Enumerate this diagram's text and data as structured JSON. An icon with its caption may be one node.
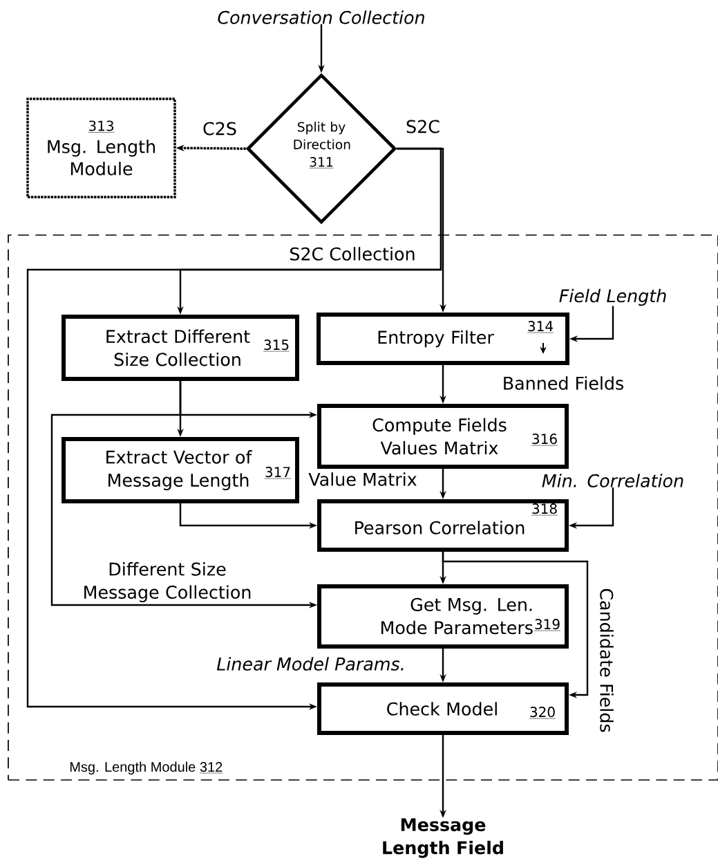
{
  "diagram": {
    "nodes": [
      {
        "text": [
          "Conversation Collection"
        ]
      },
      {
        "text": [
          "Split by Direction",
          "311"
        ]
      },
      {
        "text": [
          "313",
          "Msg. Length Module"
        ]
      },
      {
        "text": [
          "Msg. Length Module",
          "312"
        ]
      },
      {
        "text": [
          "Extract Different Size Collection",
          "315"
        ],
        "in": 3
      },
      {
        "text": [
          "Entropy Filter",
          "314"
        ],
        "in": 3
      },
      {
        "text": [
          "Compute Fields Values Matrix",
          "316"
        ],
        "in": 3
      },
      {
        "text": [
          "Extract Vector of Message Length",
          "317"
        ],
        "in": 3
      },
      {
        "text": [
          "Pearson Correlation",
          "318"
        ],
        "in": 3
      },
      {
        "text": [
          "Get Msg. Len. Mode Parameters",
          "319"
        ],
        "in": 3
      },
      {
        "text": [
          "Check Model",
          "320"
        ],
        "in": 3
      },
      {
        "text": [
          "Field Length"
        ],
        "in": 3
      },
      {
        "text": [
          "Min. Correlation"
        ],
        "in": 3
      },
      {
        "text": [
          "Message Length Field"
        ]
      }
    ],
    "edges": [
      {
        "from": 0,
        "to": 1,
        "arrow": "to"
      },
      {
        "from": 1,
        "to": 2,
        "arrow": "to",
        "label": "C2S",
        "style": "dashed"
      },
      {
        "from": 1,
        "to": 5,
        "arrow": "to",
        "label": "S2C"
      },
      {
        "from": 1,
        "to": 4,
        "arrow": "to",
        "label": "S2C Collection"
      },
      {
        "from": 1,
        "to": 10,
        "arrow": "to"
      },
      {
        "from": 11,
        "to": 5,
        "arrow": "to"
      },
      {
        "from": 5,
        "to": 6,
        "arrow": "to",
        "label": "Banned Fields"
      },
      {
        "from": 4,
        "to": 7,
        "arrow": "to"
      },
      {
        "from": 4,
        "to": 6,
        "arrow": "to"
      },
      {
        "from": 4,
        "to": 9,
        "arrow": "to",
        "label": "Different Size Message Collection"
      },
      {
        "from": 6,
        "to": 8,
        "arrow": "to",
        "label": "Value Matrix"
      },
      {
        "from": 7,
        "to": 8,
        "arrow": "to"
      },
      {
        "from": 12,
        "to": 8,
        "arrow": "to"
      },
      {
        "from": 8,
        "to": 9,
        "arrow": "to"
      },
      {
        "from": 8,
        "to": 10,
        "arrow": "to",
        "label": "Candidate Fields"
      },
      {
        "from": 9,
        "to": 10,
        "arrow": "to",
        "label": "Linear Model Params."
      },
      {
        "from": 10,
        "to": 13,
        "arrow": "to"
      }
    ]
  }
}
